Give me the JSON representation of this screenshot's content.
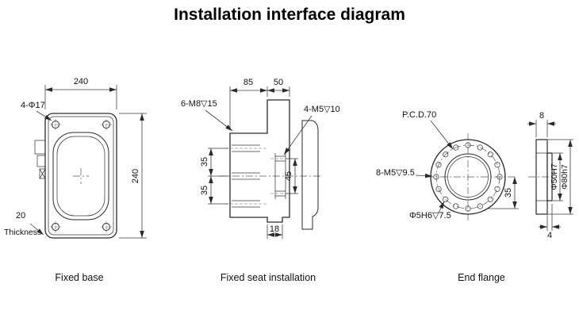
{
  "title": "Installation interface diagram",
  "views": {
    "fixed_base": {
      "caption": "Fixed base",
      "dims": {
        "width": "240",
        "height": "240",
        "thickness": "20"
      },
      "labels": {
        "holes": "4-Φ17",
        "thickness_word": "Thickness"
      }
    },
    "fixed_seat": {
      "caption": "Fixed seat installation",
      "dims": {
        "top_left": "85",
        "top_right": "50",
        "upper": "35",
        "lower": "35",
        "flange_span": "45",
        "foot": "18"
      },
      "labels": {
        "mount_holes": "6-M8▽15",
        "flange_holes": "4-M5▽10"
      }
    },
    "end_flange": {
      "caption": "End flange",
      "dims": {
        "radius": "35",
        "thickness": "8",
        "hub": "4",
        "bore": "Φ50H7",
        "outer": "Φ80h7"
      },
      "labels": {
        "pcd": "P.C.D.70",
        "tapped": "8-M5▽9.5",
        "pin": "Φ5H6▽7.5"
      }
    }
  }
}
